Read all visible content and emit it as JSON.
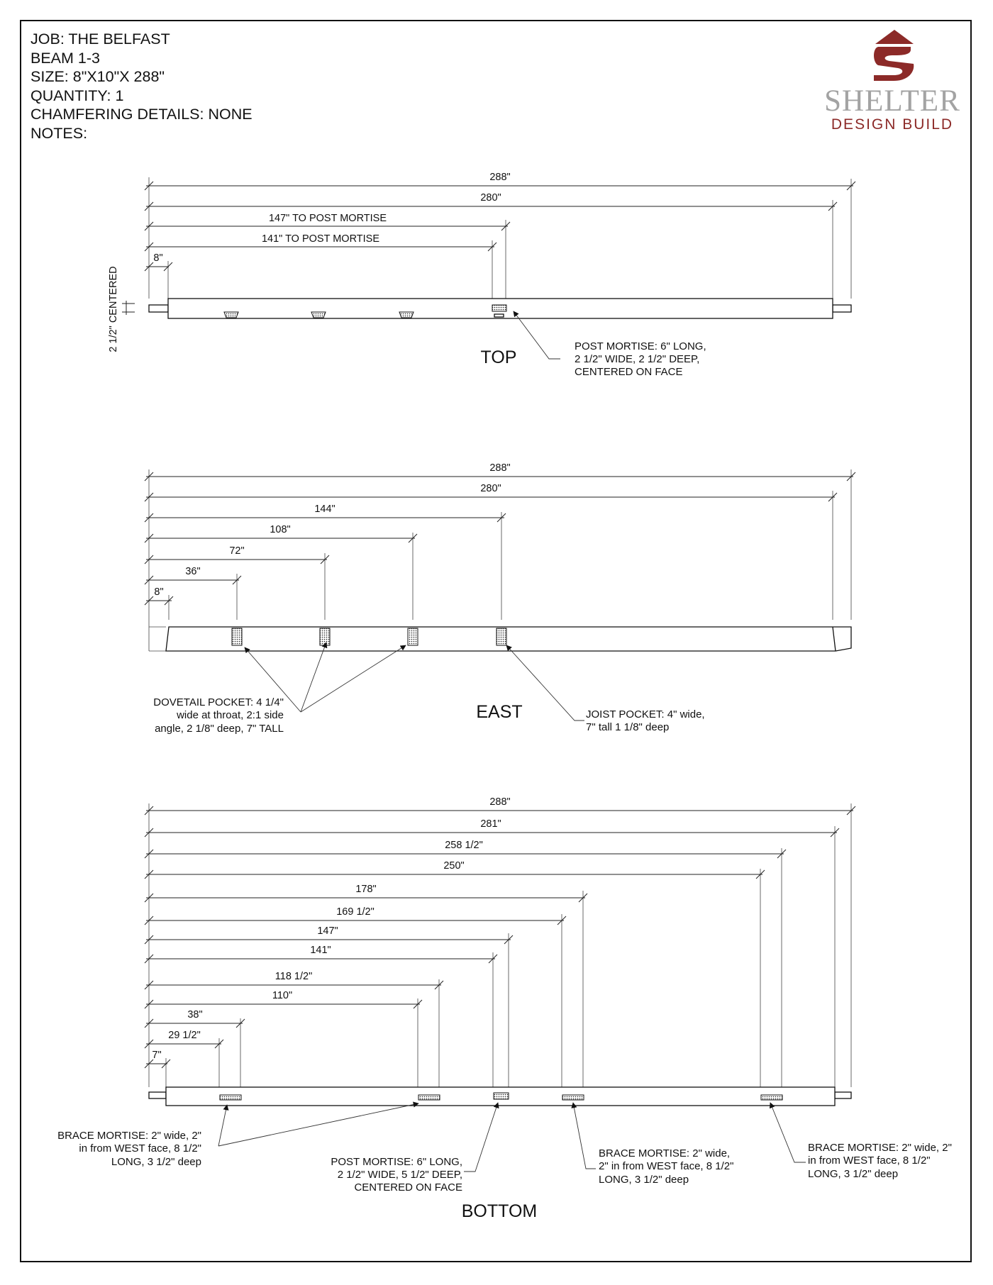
{
  "header": {
    "job": "JOB: THE BELFAST",
    "beam": "BEAM 1-3",
    "size": "SIZE: 8\"X10\"X 288\"",
    "quantity": "QUANTITY: 1",
    "chamfer": "CHAMFERING DETAILS: NONE",
    "notes": "NOTES:"
  },
  "logo": {
    "word": "SHELTER",
    "subtitle": "DESIGN BUILD",
    "brand_color": "#8c2a28",
    "word_color": "#a3a3a3"
  },
  "top": {
    "title": "TOP",
    "dims": [
      "288\"",
      "280\"",
      "147\" TO POST MORTISE",
      "141\" TO POST MORTISE",
      "8\""
    ],
    "side_dim": "2 1/2\" CENTERED",
    "note": [
      "POST MORTISE:  6\" LONG,",
      "2 1/2\" WIDE, 2 1/2\" DEEP,",
      "CENTERED ON FACE"
    ]
  },
  "east": {
    "title": "EAST",
    "dims": [
      "288\"",
      "280\"",
      "144\"",
      "108\"",
      "72\"",
      "36\"",
      "8\""
    ],
    "dovetail_note": [
      "DOVETAIL POCKET:  4 1/4\"",
      "wide at throat, 2:1 side",
      "angle, 2 1/8\" deep, 7\" TALL"
    ],
    "joist_note": [
      "JOIST POCKET: 4\" wide,",
      "7\" tall 1 1/8\" deep"
    ]
  },
  "bottom": {
    "title": "BOTTOM",
    "dims": [
      "288\"",
      "281\"",
      "258 1/2\"",
      "250\"",
      "178\"",
      "169 1/2\"",
      "147\"",
      "141\"",
      "118 1/2\"",
      "110\"",
      "38\"",
      "29 1/2\"",
      "7\""
    ],
    "brace_note_a": [
      "BRACE MORTISE: 2\" wide, 2\"",
      "in from WEST face, 8 1/2\"",
      "LONG, 3 1/2\" deep"
    ],
    "post_note": [
      "POST MORTISE:  6\" LONG,",
      "2 1/2\" WIDE, 5 1/2\" DEEP,",
      "CENTERED ON FACE"
    ],
    "brace_note_b": [
      "BRACE MORTISE: 2\" wide,",
      "2\" in from WEST face, 8 1/2\"",
      "LONG, 3 1/2\" deep"
    ],
    "brace_note_c": [
      "BRACE MORTISE: 2\" wide, 2\"",
      "in from WEST face, 8 1/2\"",
      "LONG, 3 1/2\" deep"
    ]
  }
}
